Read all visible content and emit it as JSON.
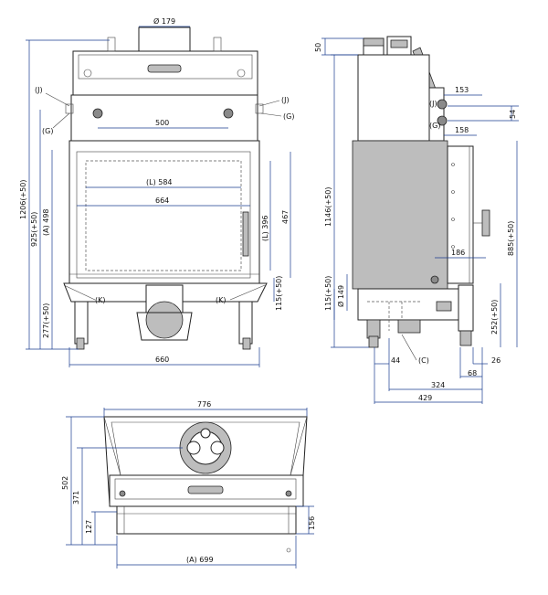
{
  "front_view": {
    "flue_diameter": "Ø 179",
    "height_total": "1206(+50)",
    "height_mid": "925(+50)",
    "height_a": "(A) 498",
    "height_base": "277(+50)",
    "label_j": "(J)",
    "label_g": "(G)",
    "width_500": "500",
    "width_l": "(L) 584",
    "width_664": "664",
    "height_l": "(L) 396",
    "height_467": "467",
    "height_115": "115(+50)",
    "label_k": "(K)",
    "width_660": "660"
  },
  "side_view": {
    "top_50": "50",
    "height_1146": "1146(+50)",
    "dim_153": "153",
    "dim_54": "54",
    "label_j": "(J)",
    "label_g": "(G)",
    "dim_158": "158",
    "height_885": "885(+50)",
    "dim_186": "186",
    "height_115": "115(+50)",
    "diam_149": "Ø 149",
    "height_252": "252(+50)",
    "dim_44": "44",
    "label_c": "(C)",
    "dim_26": "26",
    "dim_68": "68",
    "dim_324": "324",
    "dim_429": "429"
  },
  "top_view": {
    "width_776": "776",
    "depth_502": "502",
    "depth_371": "371",
    "depth_127": "127",
    "dim_156": "156",
    "width_a": "(A) 699"
  },
  "colors": {
    "line": "#222222",
    "dimension": "#1a3d8f",
    "fill": "#bdbdbd"
  }
}
